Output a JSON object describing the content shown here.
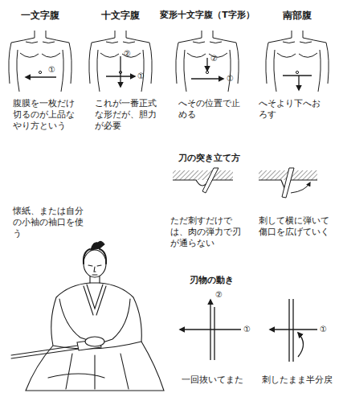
{
  "diagram": {
    "labels": [
      "一文字腹",
      "十文字腹",
      "変形十文字腹（T字形）",
      "南部腹",
      "①",
      "②",
      "①",
      "①",
      "②",
      "腹膜を一枚だけ切るのが上品なやり方という",
      "これが一番正式な形だが、胆力が必要",
      "へその位置で止める",
      "へそより下へおろす",
      "刀の突き立て方",
      "懐紙、または自分の小袖の袖口を使う",
      "ただ刺すだけでは、肉の弾力で刃が通らない",
      "刺して横に弾いて傷口を広げていく",
      "刃物の動き",
      "②",
      "①",
      "①",
      "一回抜いてまた",
      "刺したまま半分戻"
    ]
  }
}
